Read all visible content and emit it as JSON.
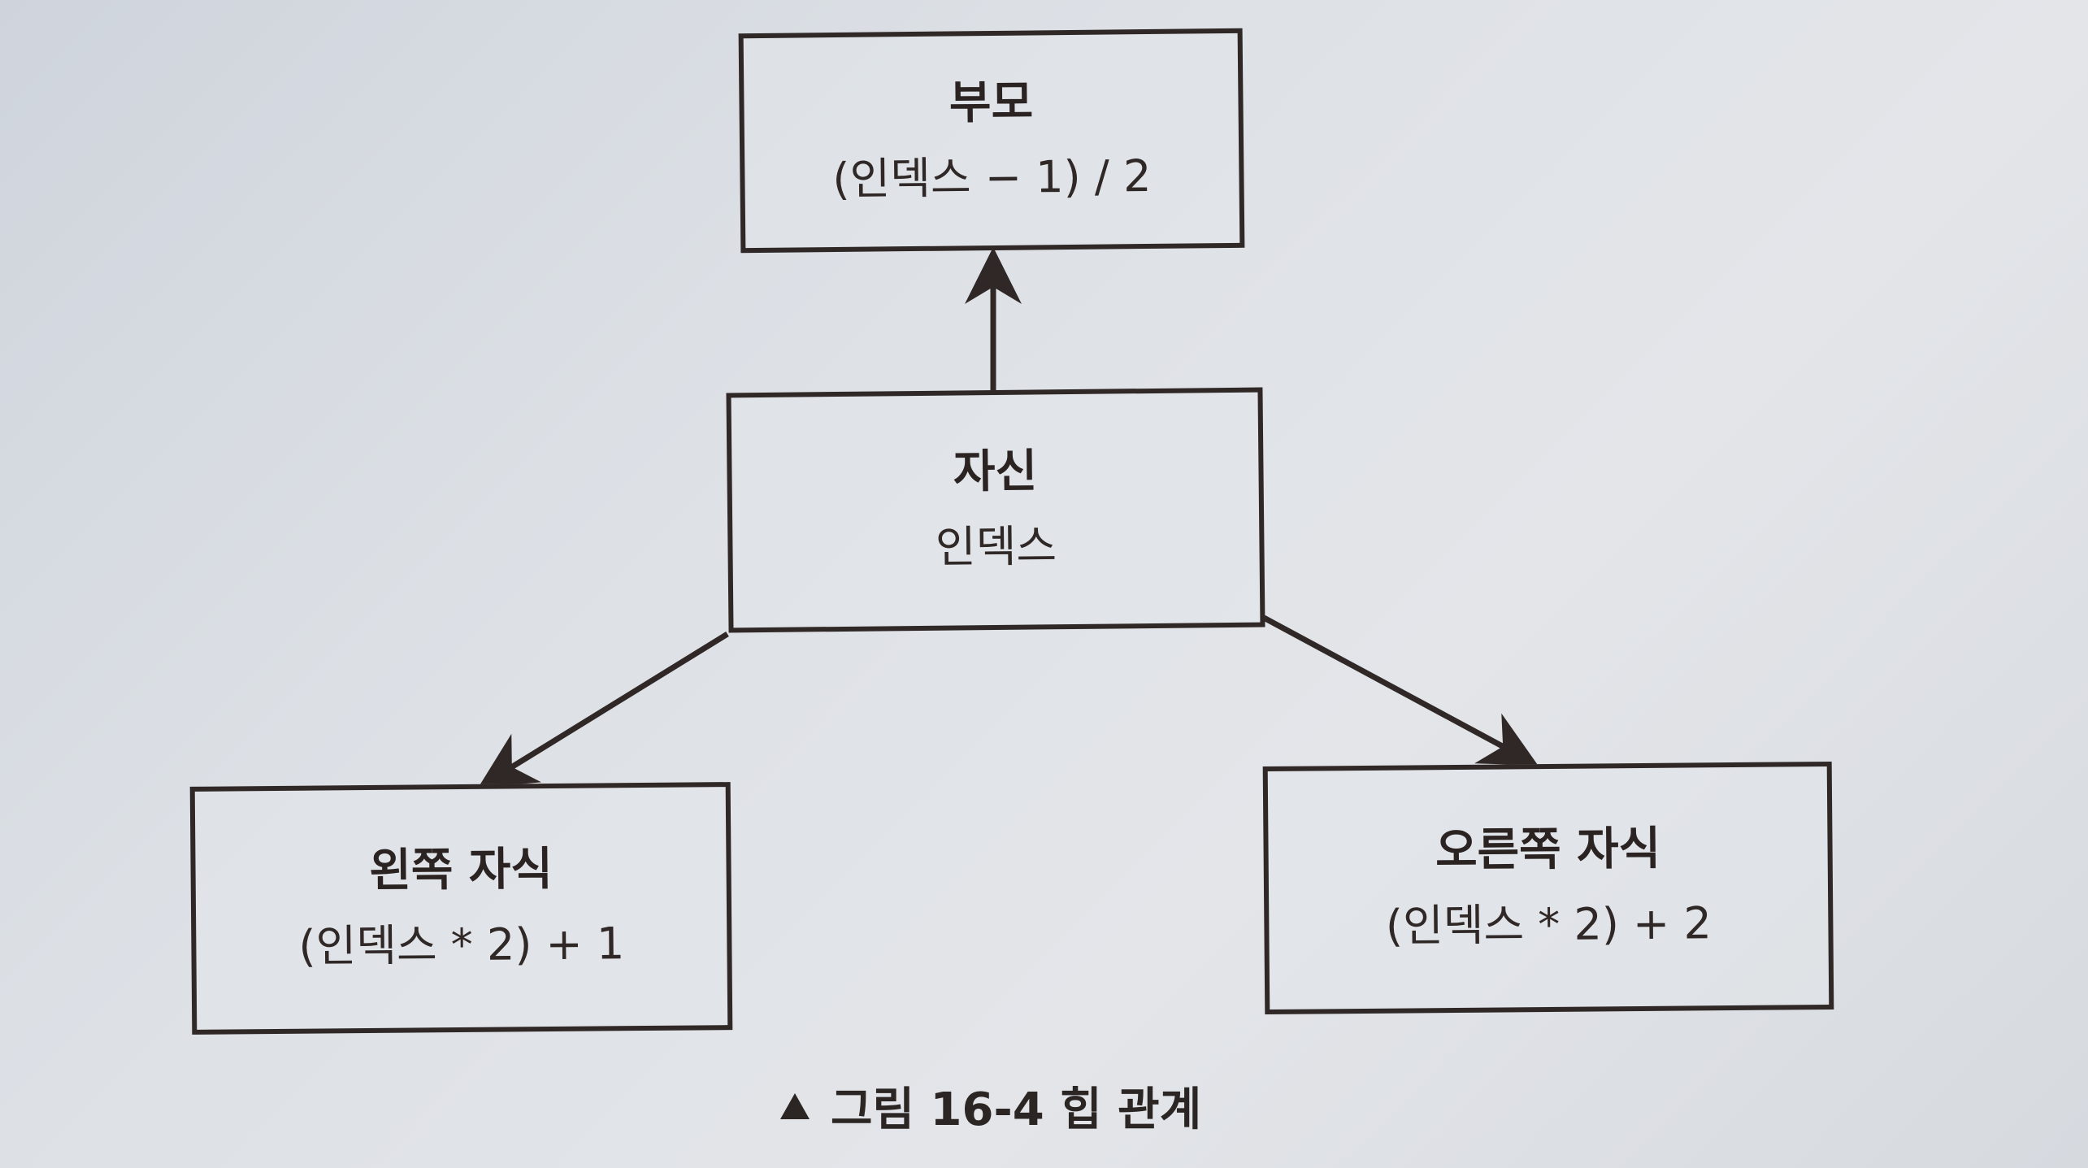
{
  "nodes": {
    "parent": {
      "title": "부모",
      "formula": "(인덱스 − 1) / 2"
    },
    "self": {
      "title": "자신",
      "formula": "인덱스"
    },
    "left": {
      "title": "왼쪽 자식",
      "formula": "(인덱스 * 2) + 1"
    },
    "right": {
      "title": "오른쪽 자식",
      "formula": "(인덱스 * 2) + 2"
    }
  },
  "edges": [
    {
      "from": "self",
      "to": "parent"
    },
    {
      "from": "self",
      "to": "left"
    },
    {
      "from": "self",
      "to": "right"
    }
  ],
  "caption": "그림 16-4 힙 관계",
  "colors": {
    "stroke": "#2f2826",
    "background": "#dde1e6"
  }
}
